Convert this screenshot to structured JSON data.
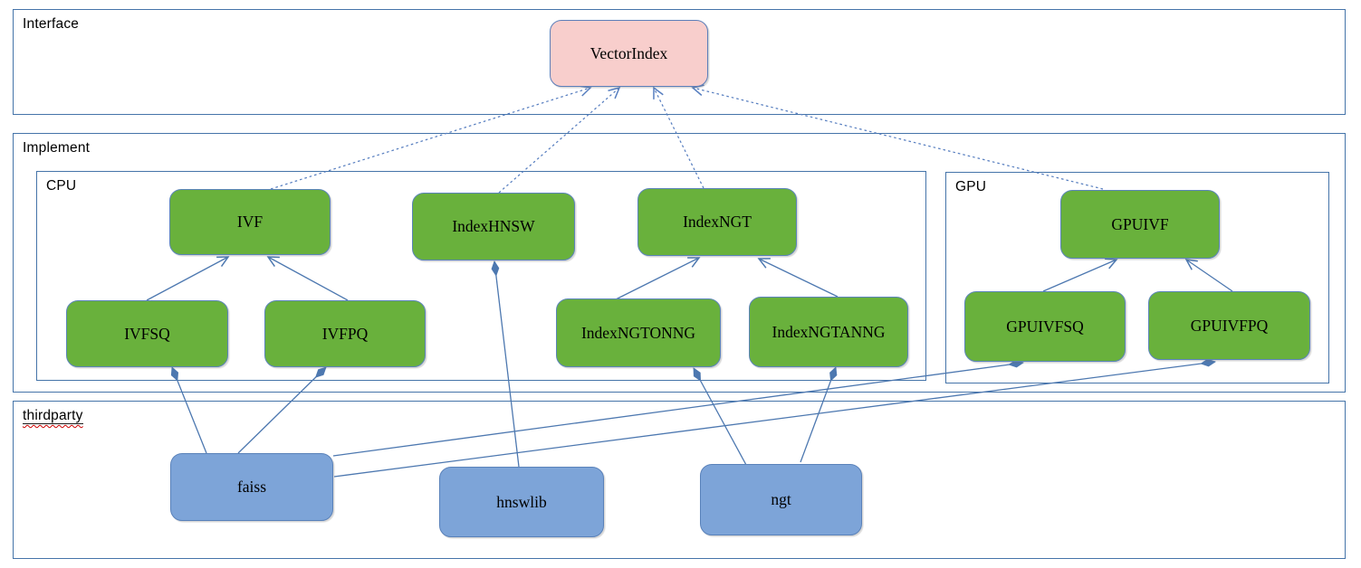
{
  "diagram": {
    "containers": [
      {
        "id": "interface",
        "label": "Interface"
      },
      {
        "id": "implement",
        "label": "Implement"
      },
      {
        "id": "cpu",
        "label": "CPU"
      },
      {
        "id": "gpu",
        "label": "GPU"
      },
      {
        "id": "thirdparty",
        "label": "thirdparty",
        "spellcheck_flagged": true
      }
    ],
    "nodes": [
      {
        "id": "VectorIndex",
        "label": "VectorIndex",
        "type": "interface",
        "group": "interface"
      },
      {
        "id": "IVF",
        "label": "IVF",
        "type": "implementation",
        "group": "cpu"
      },
      {
        "id": "IndexHNSW",
        "label": "IndexHNSW",
        "type": "implementation",
        "group": "cpu"
      },
      {
        "id": "IndexNGT",
        "label": "IndexNGT",
        "type": "implementation",
        "group": "cpu"
      },
      {
        "id": "IVFSQ",
        "label": "IVFSQ",
        "type": "implementation",
        "group": "cpu"
      },
      {
        "id": "IVFPQ",
        "label": "IVFPQ",
        "type": "implementation",
        "group": "cpu"
      },
      {
        "id": "IndexNGTONNG",
        "label": "IndexNGTONNG",
        "type": "implementation",
        "group": "cpu"
      },
      {
        "id": "IndexNGTANNG",
        "label": "IndexNGTANNG",
        "type": "implementation",
        "group": "cpu"
      },
      {
        "id": "GPUIVF",
        "label": "GPUIVF",
        "type": "implementation",
        "group": "gpu"
      },
      {
        "id": "GPUIVFSQ",
        "label": "GPUIVFSQ",
        "type": "implementation",
        "group": "gpu"
      },
      {
        "id": "GPUIVFPQ",
        "label": "GPUIVFPQ",
        "type": "implementation",
        "group": "gpu"
      },
      {
        "id": "faiss",
        "label": "faiss",
        "type": "thirdparty",
        "group": "thirdparty"
      },
      {
        "id": "hnswlib",
        "label": "hnswlib",
        "type": "thirdparty",
        "group": "thirdparty"
      },
      {
        "id": "ngt",
        "label": "ngt",
        "type": "thirdparty",
        "group": "thirdparty"
      }
    ],
    "edges": [
      {
        "from": "IVF",
        "to": "VectorIndex",
        "style": "realization"
      },
      {
        "from": "IndexHNSW",
        "to": "VectorIndex",
        "style": "realization"
      },
      {
        "from": "IndexNGT",
        "to": "VectorIndex",
        "style": "realization"
      },
      {
        "from": "GPUIVF",
        "to": "VectorIndex",
        "style": "realization"
      },
      {
        "from": "IVFSQ",
        "to": "IVF",
        "style": "generalization"
      },
      {
        "from": "IVFPQ",
        "to": "IVF",
        "style": "generalization"
      },
      {
        "from": "IndexNGTONNG",
        "to": "IndexNGT",
        "style": "generalization"
      },
      {
        "from": "IndexNGTANNG",
        "to": "IndexNGT",
        "style": "generalization"
      },
      {
        "from": "GPUIVFSQ",
        "to": "GPUIVF",
        "style": "generalization"
      },
      {
        "from": "GPUIVFPQ",
        "to": "GPUIVF",
        "style": "generalization"
      },
      {
        "from": "faiss",
        "to": "IVFSQ",
        "style": "composition"
      },
      {
        "from": "faiss",
        "to": "IVFPQ",
        "style": "composition"
      },
      {
        "from": "faiss",
        "to": "GPUIVFSQ",
        "style": "composition"
      },
      {
        "from": "faiss",
        "to": "GPUIVFPQ",
        "style": "composition"
      },
      {
        "from": "hnswlib",
        "to": "IndexHNSW",
        "style": "composition"
      },
      {
        "from": "ngt",
        "to": "IndexNGTONNG",
        "style": "composition"
      },
      {
        "from": "ngt",
        "to": "IndexNGTANNG",
        "style": "composition"
      }
    ],
    "colors": {
      "container_border": "#4574a9",
      "node_green_fill": "#69b13c",
      "node_green_border": "#5b84ba",
      "node_pink_fill": "#f8cecc",
      "node_pink_border": "#5c7fba",
      "node_blue_fill": "#7da4d8",
      "node_blue_border": "#5a82ba",
      "connector_solid": "#4d78b0",
      "connector_dashed": "#587fc0",
      "misspell_underline": "#cc0000",
      "text": "#000000"
    }
  }
}
